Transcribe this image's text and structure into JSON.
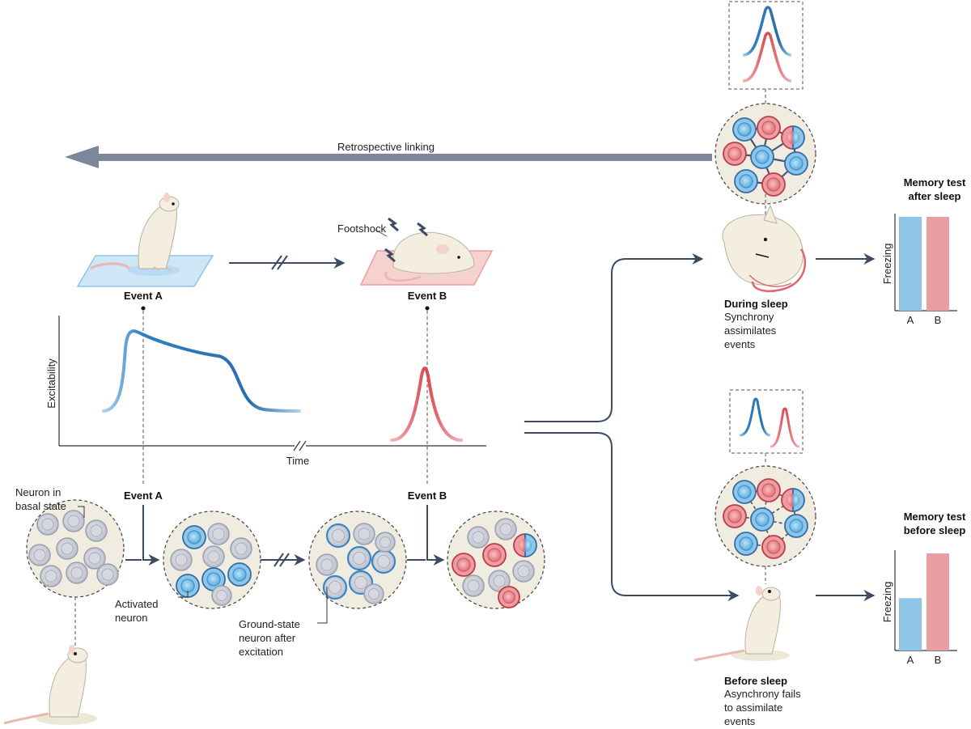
{
  "arrow": {
    "retro_label": "Retrospective linking"
  },
  "events": {
    "a_label": "Event A",
    "b_label": "Event B",
    "footshock": "Footshock"
  },
  "plot": {
    "ylabel": "Excitability",
    "xlabel": "Time"
  },
  "neurons": {
    "basal_line1": "Neuron in",
    "basal_line2": "basal state",
    "activated_line1": "Activated",
    "activated_line2": "neuron",
    "ground_line1": "Ground-state",
    "ground_line2": "neuron after",
    "ground_line3": "excitation"
  },
  "during_sleep": {
    "title": "During sleep",
    "line1": "Synchrony",
    "line2": "assimilates",
    "line3": "events"
  },
  "before_sleep": {
    "title": "Before sleep",
    "line1": "Asynchrony fails",
    "line2": "to assimilate",
    "line3": "events"
  },
  "chart_data": [
    {
      "type": "bar",
      "title": "Memory test after sleep",
      "title_line1": "Memory test",
      "title_line2": "after sleep",
      "ylabel": "Freezing",
      "categories": [
        "A",
        "B"
      ],
      "values": [
        1.0,
        1.0
      ],
      "ylim": [
        0,
        1.0
      ],
      "colors": [
        "#8ec5e8",
        "#eb9ea2"
      ]
    },
    {
      "type": "bar",
      "title": "Memory test before sleep",
      "title_line1": "Memory test",
      "title_line2": "before sleep",
      "ylabel": "Freezing",
      "categories": [
        "A",
        "B"
      ],
      "values": [
        0.54,
        1.0
      ],
      "ylim": [
        0,
        1.0
      ],
      "colors": [
        "#8ec5e8",
        "#eb9ea2"
      ]
    }
  ],
  "colors": {
    "blue": "#2f7fc0",
    "blue_light": "#8ec5e8",
    "red": "#d9474f",
    "red_light": "#eb9ea2",
    "arrow": "#7d879a",
    "line": "#3c4a63",
    "circle_bg": "#f0ece0"
  }
}
